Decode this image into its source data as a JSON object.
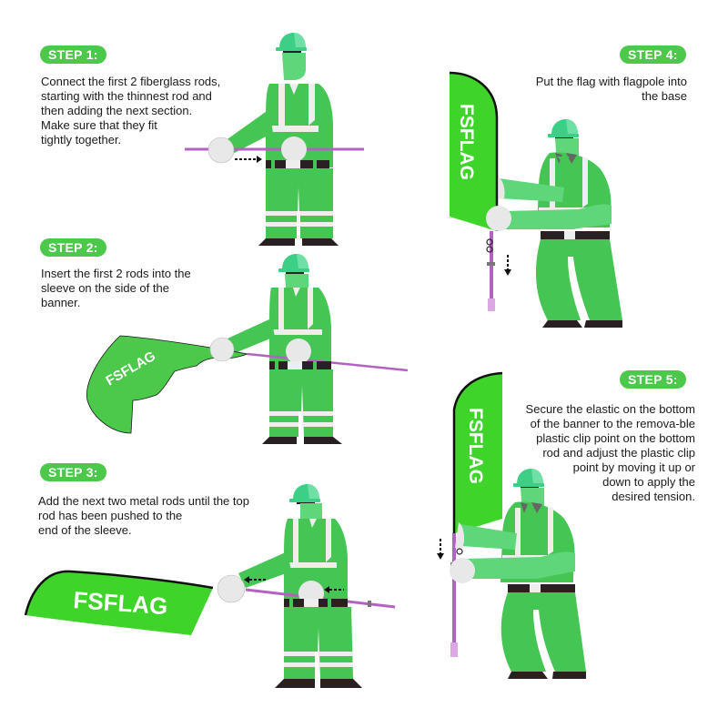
{
  "brand": "FSFLAG",
  "colors": {
    "accent_green": "#4cc94a",
    "flag_green": "#3fd42a",
    "suit_green": "#45c553",
    "arm_light_green": "#5fd67a",
    "helmet": "#3ccf86",
    "reflective_stripe": "#eeeeee",
    "boots_belt": "#2a1f22",
    "rod_purple": "#b262c0"
  },
  "steps": [
    {
      "label": "STEP 1:",
      "lines": [
        "Connect the first 2 fiberglass rods,",
        "starting with the thinnest rod and",
        "then adding the next section.",
        "Make sure that they fit",
        "tightly together."
      ]
    },
    {
      "label": "STEP 2:",
      "lines": [
        "Insert the first 2 rods into the",
        "sleeve on the side of the",
        "banner."
      ]
    },
    {
      "label": "STEP 3:",
      "lines": [
        "Add the next two metal rods until the top",
        "rod has been pushed to the",
        "end of the sleeve."
      ]
    },
    {
      "label": "STEP 4:",
      "lines": [
        "Put the flag with flagpole into",
        "the base"
      ]
    },
    {
      "label": "STEP 5:",
      "lines": [
        "Secure the elastic on the bottom",
        "of the banner to the remova-ble",
        "plastic clip point on the bottom",
        "rod and adjust the plastic clip",
        "point by moving it up or",
        "down to apply the",
        "desired tension."
      ]
    }
  ]
}
